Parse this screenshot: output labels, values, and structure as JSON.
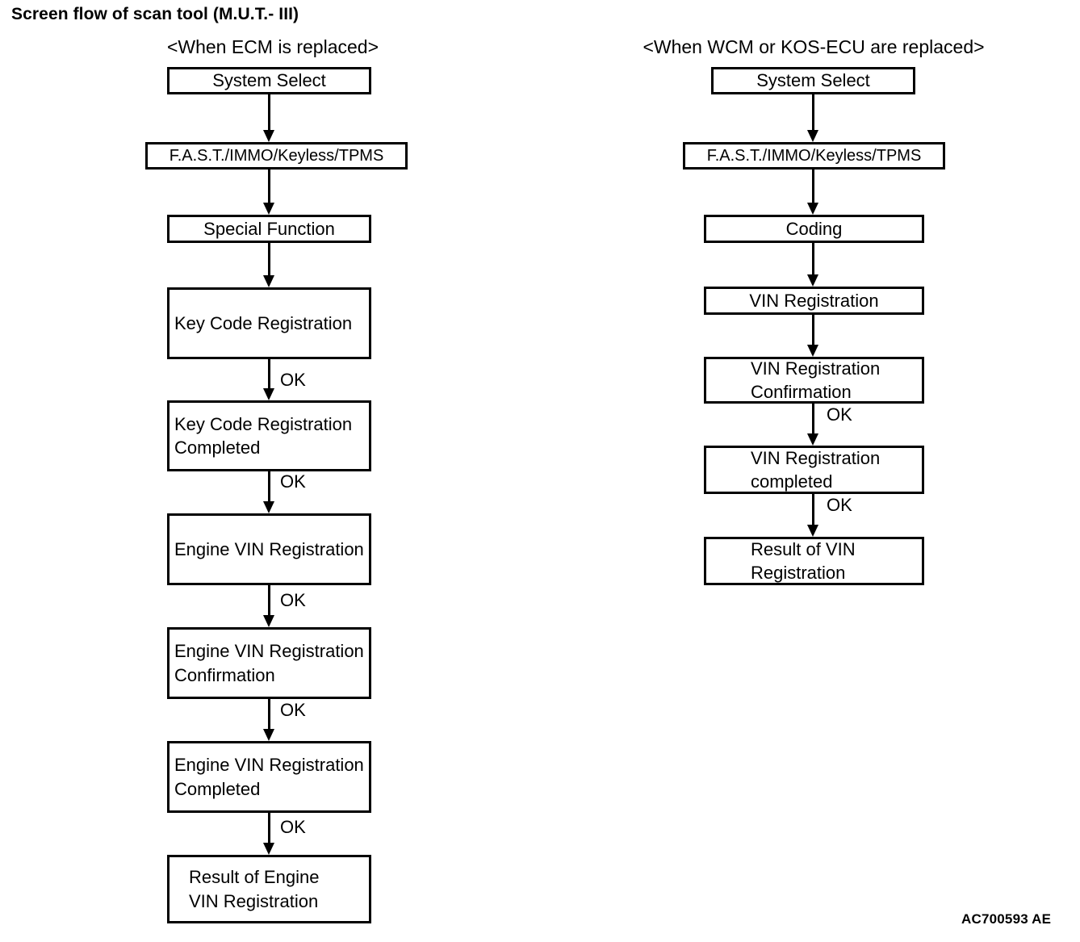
{
  "document": {
    "title": "Screen flow of scan tool (M.U.T.- III)",
    "figure_code": "AC700593 AE"
  },
  "columns": [
    {
      "id": "ecm",
      "heading": "<When ECM is replaced>",
      "nodes": [
        {
          "label": "System Select"
        },
        {
          "label": "F.A.S.T./IMMO/Keyless/TPMS"
        },
        {
          "label": "Special Function"
        },
        {
          "label": "Key Code Registration"
        },
        {
          "label": "Key Code Registration\nCompleted"
        },
        {
          "label": "Engine VIN Registration"
        },
        {
          "label": "Engine VIN Registration\nConfirmation"
        },
        {
          "label": "Engine VIN Registration\nCompleted"
        },
        {
          "label": "Result of Engine\nVIN Registration"
        }
      ],
      "edge_labels": [
        "",
        "",
        "",
        "OK",
        "OK",
        "OK",
        "OK",
        "OK"
      ]
    },
    {
      "id": "wcm-kos",
      "heading": "<When WCM or KOS-ECU are replaced>",
      "nodes": [
        {
          "label": "System Select"
        },
        {
          "label": "F.A.S.T./IMMO/Keyless/TPMS"
        },
        {
          "label": "Coding"
        },
        {
          "label": "VIN Registration"
        },
        {
          "label": "VIN Registration\nConfirmation"
        },
        {
          "label": "VIN Registration\ncompleted"
        },
        {
          "label": "Result of VIN\nRegistration"
        }
      ],
      "edge_labels": [
        "",
        "",
        "",
        "",
        "OK",
        "OK"
      ]
    }
  ],
  "colors": {
    "ink": "#000000",
    "paper": "#ffffff"
  }
}
